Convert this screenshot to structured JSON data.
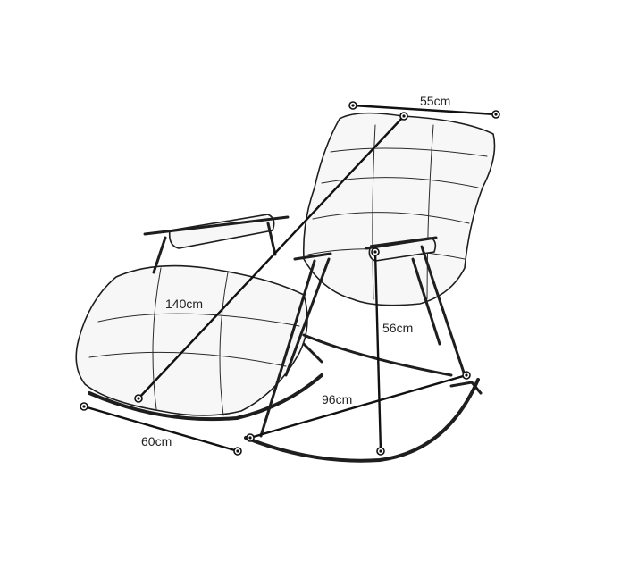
{
  "dimensions": {
    "top_width": "55cm",
    "length": "140cm",
    "seat_height": "56cm",
    "base_length": "96cm",
    "base_width": "60cm"
  }
}
